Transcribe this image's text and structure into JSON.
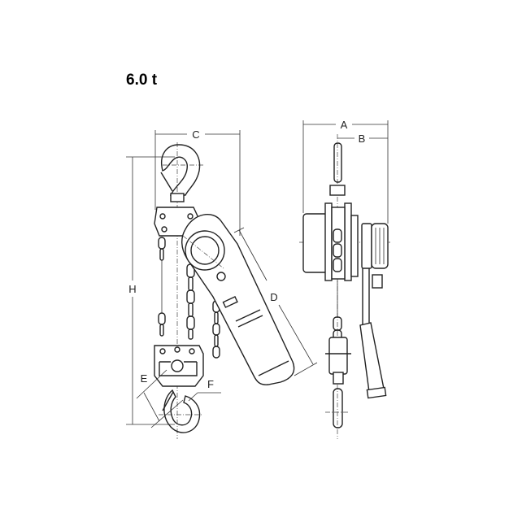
{
  "title": "6.0 t",
  "dimensions": {
    "a": "A",
    "b": "B",
    "c": "C",
    "d": "D",
    "e": "E",
    "f": "F",
    "h": "H"
  }
}
